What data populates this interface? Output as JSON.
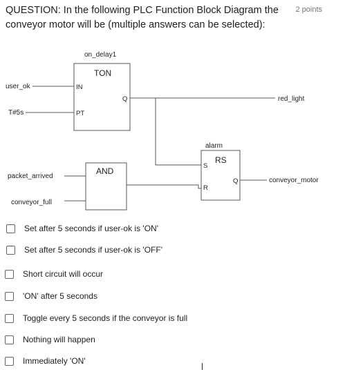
{
  "question": {
    "text": "QUESTION: In the following PLC Function Block Diagram the conveyor motor will be (multiple answers can be selected):",
    "points": "2 points"
  },
  "diagram": {
    "timer": {
      "instance": "on_delay1",
      "type": "TON",
      "pin_in": "IN",
      "pin_pt": "PT",
      "pin_q": "Q"
    },
    "and_block": {
      "type": "AND"
    },
    "rs": {
      "instance": "alarm",
      "type": "RS",
      "pin_s": "S",
      "pin_r": "R",
      "pin_q": "Q"
    },
    "signals": {
      "user_ok": "user_ok",
      "preset": "T#5s",
      "packet_arrived": "packet_arrived",
      "conveyor_full": "conveyor_full",
      "red_light": "red_light",
      "conveyor_motor": "conveyor_motor"
    }
  },
  "options": [
    {
      "label": "Set after 5 seconds if user-ok is 'ON'",
      "checked": false
    },
    {
      "label": "Set after 5 seconds if user-ok is 'OFF'",
      "checked": false
    },
    {
      "label": "Short circuit will occur",
      "checked": false
    },
    {
      "label": "'ON' after 5 seconds",
      "checked": false
    },
    {
      "label": "Toggle every 5 seconds if the conveyor is full",
      "checked": false
    },
    {
      "label": "Nothing will happen",
      "checked": false
    },
    {
      "label": "Immediately 'ON'",
      "checked": false
    }
  ]
}
